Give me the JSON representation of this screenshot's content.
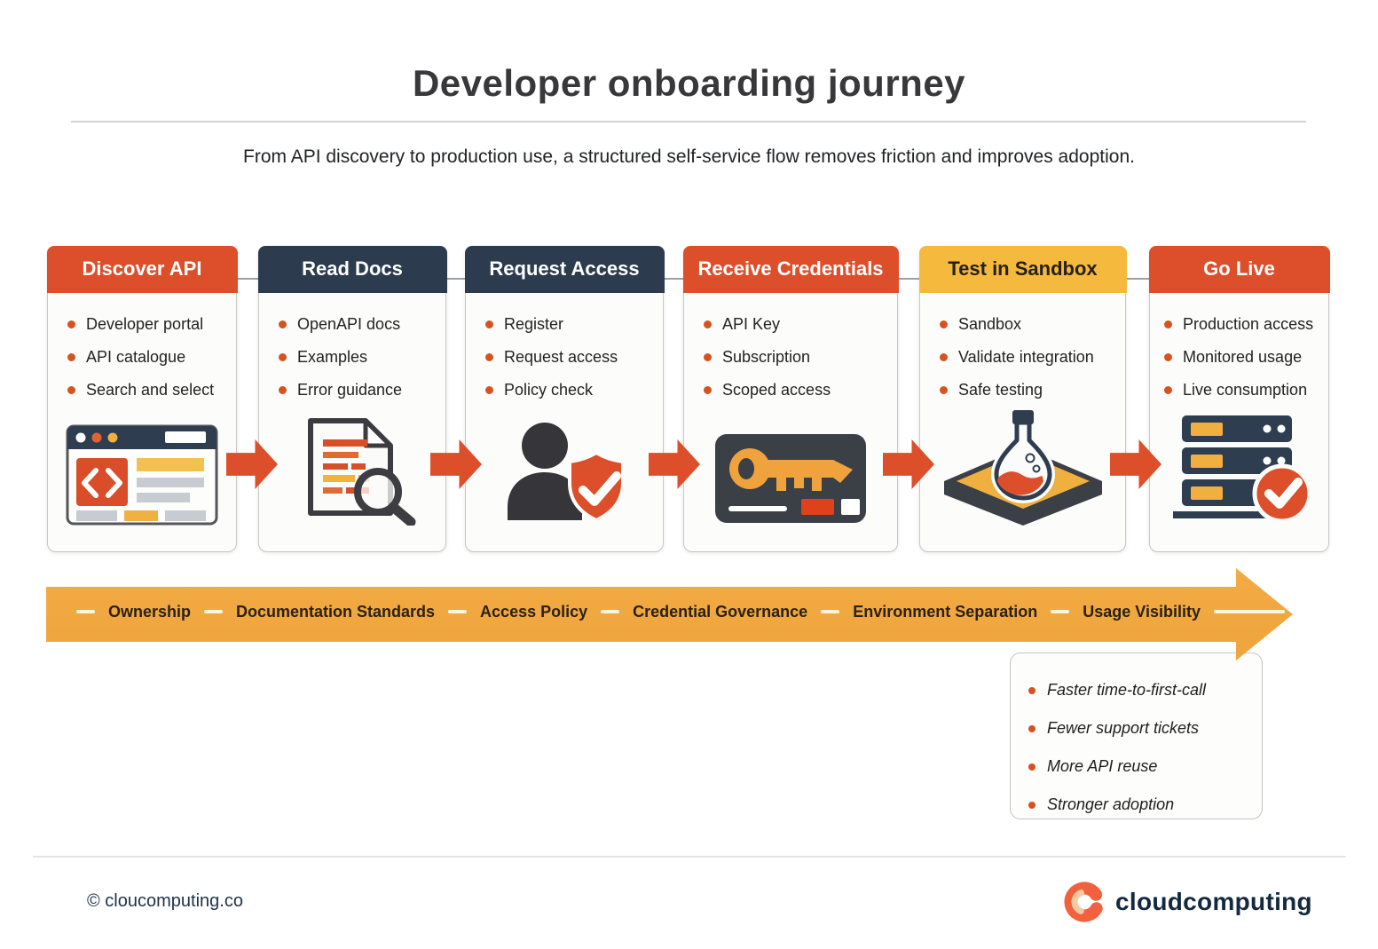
{
  "title": "Developer onboarding journey",
  "subtitle": "From API discovery to production use, a structured self-service flow removes friction and improves adoption.",
  "stages": [
    {
      "title": "Discover API",
      "header_color": "#dc4f2a",
      "icon": "browser-code-icon",
      "bullets": [
        "Developer portal",
        "API catalogue",
        "Search and select"
      ]
    },
    {
      "title": "Read Docs",
      "header_color": "#2c3b4e",
      "icon": "document-search-icon",
      "bullets": [
        "OpenAPI docs",
        "Examples",
        "Error guidance"
      ]
    },
    {
      "title": "Request Access",
      "header_color": "#2c3b4e",
      "icon": "user-shield-check-icon",
      "bullets": [
        "Register",
        "Request access",
        "Policy check"
      ]
    },
    {
      "title": "Receive Credentials",
      "header_color": "#dc4f2a",
      "icon": "key-card-icon",
      "bullets": [
        "API Key",
        "Subscription",
        "Scoped access"
      ]
    },
    {
      "title": "Test in Sandbox",
      "header_color": "#f5b93e",
      "icon": "flask-sandbox-icon",
      "bullets": [
        "Sandbox",
        "Validate integration",
        "Safe testing"
      ]
    },
    {
      "title": "Go Live",
      "header_color": "#dc4f2a",
      "icon": "server-check-icon",
      "bullets": [
        "Production access",
        "Monitored usage",
        "Live consumption"
      ]
    }
  ],
  "banner": {
    "color": "#f1a843",
    "items": [
      "Ownership",
      "Documentation Standards",
      "Access Policy",
      "Credential Governance",
      "Environment Separation",
      "Usage Visibility"
    ]
  },
  "benefits": [
    "Faster time-to-first-call",
    "Fewer support tickets",
    "More API reuse",
    "Stronger adoption"
  ],
  "footer": {
    "copyright": "© cloucomputing.co",
    "brand": "cloudcomputing"
  },
  "colors": {
    "accent_orange": "#dc4f2a",
    "navy": "#2c3b4e",
    "amber": "#f5b93e",
    "banner": "#f1a843",
    "bullet_dot": "#d8521f",
    "brand_text": "#132940",
    "logo_coral": "#f2613e"
  }
}
